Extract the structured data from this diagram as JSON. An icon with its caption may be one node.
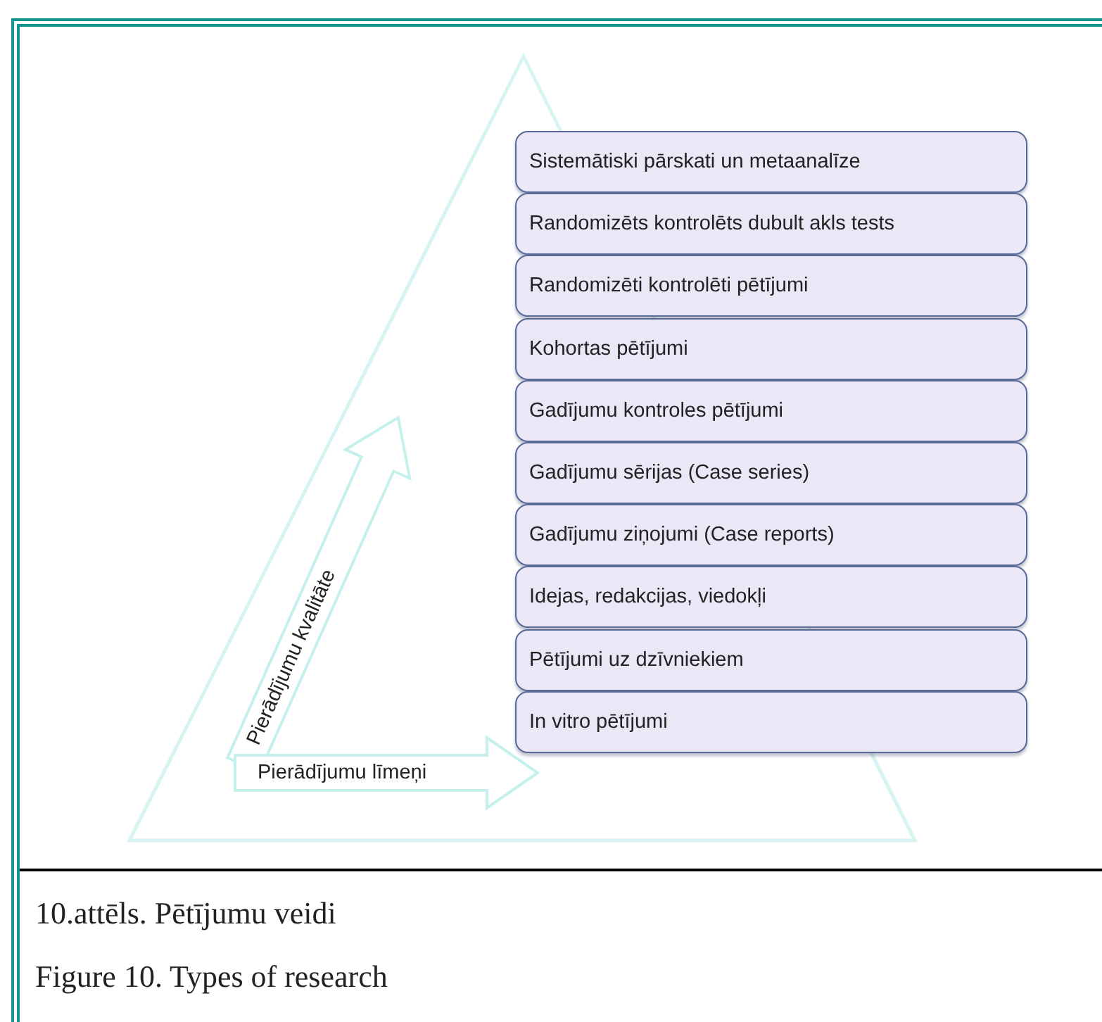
{
  "diagram": {
    "caption": "10.attēls. Pētījumu veidi",
    "nodes": [
      {
        "text": [
          "Sistemātiski pārskati un metaanalīze"
        ]
      },
      {
        "text": [
          "Randomizēts kontrolēts dubult akls tests"
        ]
      },
      {
        "text": [
          "Randomizēti kontrolēti pētījumi"
        ]
      },
      {
        "text": [
          "Kohortas pētījumi"
        ]
      },
      {
        "text": [
          "Gadījumu kontroles pētījumi"
        ]
      },
      {
        "text": [
          "Gadījumu sērijas (Case series)"
        ]
      },
      {
        "text": [
          "Gadījumu ziņojumi (Case reports)"
        ]
      },
      {
        "text": [
          "Idejas, redakcijas, viedokļi"
        ]
      },
      {
        "text": [
          "Pētījumi uz dzīvniekiem"
        ]
      },
      {
        "text": [
          "In vitro pētījumi"
        ]
      }
    ],
    "labels": [
      "Pierādījumu kvalitāte",
      "Pierādījumu līmeņi",
      "Figure 10. Types of research"
    ]
  }
}
